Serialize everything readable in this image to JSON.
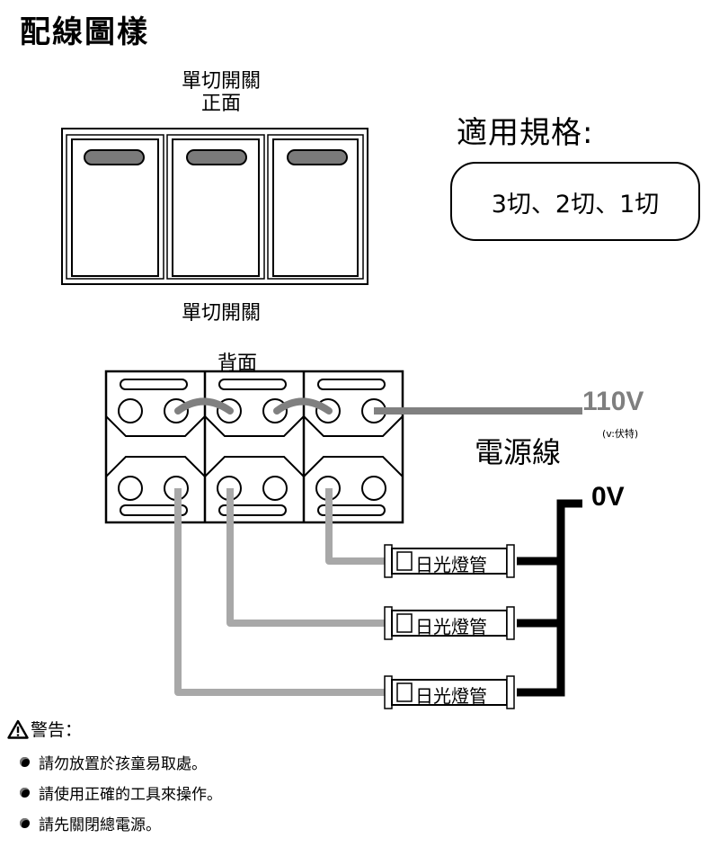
{
  "title": "配線圖樣",
  "front": {
    "top_label_line1": "單切開關",
    "top_label_line2": "正面",
    "bottom_label": "單切開關"
  },
  "spec": {
    "heading": "適用規格:",
    "value": "3切、2切、1切"
  },
  "back": {
    "label": "背面",
    "voltage": "110V",
    "voltage_unit": "(v:伏特)",
    "power_cord": "電源線",
    "zero": "0V",
    "tubes": [
      "日光燈管",
      "日光燈管",
      "日光燈管"
    ]
  },
  "warning": {
    "heading": "警告：",
    "items": [
      "請勿放置於孩童易取處。",
      "請使用正確的工具來操作。",
      "請先關閉總電源。"
    ]
  },
  "colors": {
    "live_wire": "#808080",
    "load_wire": "#a8a8a8",
    "neutral_wire": "#000000"
  }
}
